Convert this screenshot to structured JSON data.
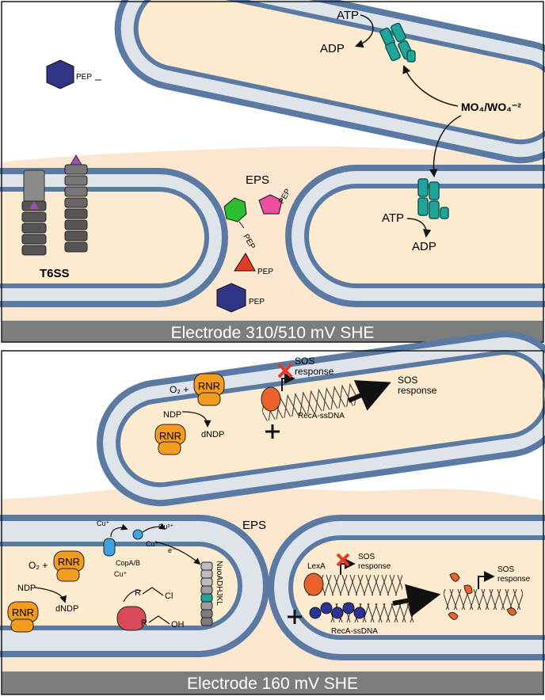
{
  "panel_top": {
    "top_cell": {
      "atp": "ATP",
      "adp": "ADP"
    },
    "free_pep": "PEP",
    "metal_label": "MO₄/WO₄⁻²",
    "eps": "EPS",
    "pep_green": "PEP",
    "pep_pink": "PEP",
    "pep_red": "PEP",
    "pep_blue": "PEP",
    "bottom_atp": "ATP",
    "bottom_adp": "ADP",
    "t6ss": "T6SS",
    "electrode": "Electrode 310/510 mV SHE"
  },
  "panel_bottom": {
    "top_cell": {
      "o2": "O₂ +",
      "rnr_top": "RNR",
      "ndp": "NDP",
      "rnr_bottom": "RNR",
      "dndp": "dNDP",
      "sos_repressed": "SOS\nresponse",
      "sos_active": "SOS\nresponse",
      "reca": "RecA-ssDNA"
    },
    "eps": "EPS",
    "left_cell": {
      "cu_plus_1": "Cu⁺",
      "cu_plus_2": "Cu⁺",
      "cu_2plus": "Cu²⁺",
      "cu_plus_3": "Cu⁺",
      "electron": "e⁻",
      "copab": "CopA/B",
      "nuo": "NuoADHJKL",
      "o2": "O₂ +",
      "rnr_top": "RNR",
      "ndp": "NDP",
      "rnr_bottom": "RNR",
      "dndp": "dNDP",
      "r_cl": "R",
      "cl": "Cl",
      "r_oh": "R",
      "oh": "OH"
    },
    "right_cell": {
      "lexa": "LexA",
      "sos_repressed": "SOS\nresponse",
      "reca": "RecA-ssDNA",
      "sos_active": "SOS\nresponse"
    },
    "electrode": "Electrode 160 mV SHE"
  },
  "colors": {
    "membrane_outer": "#5a7aa3",
    "membrane_inner": "#dfe3ea",
    "cytoplasm": "#fdebd0",
    "eps_matrix": "#fbe6cf",
    "electrode": "#7d7d7d",
    "transporter_teal": "#1fa59a",
    "t6ss_gray": "#6e6e6e",
    "t6ss_tip": "#9a4fa8",
    "pep_navy": "#2f3485",
    "pep_green": "#2ebd2e",
    "pep_pink": "#ea4f9f",
    "pep_red": "#e43a26",
    "rnr_orange": "#f39c1f",
    "lexa_orange": "#e8622a",
    "reca_navy": "#2b3398",
    "copab_blue": "#3aa3e0",
    "dehalogenase_red": "#d84a5a"
  }
}
